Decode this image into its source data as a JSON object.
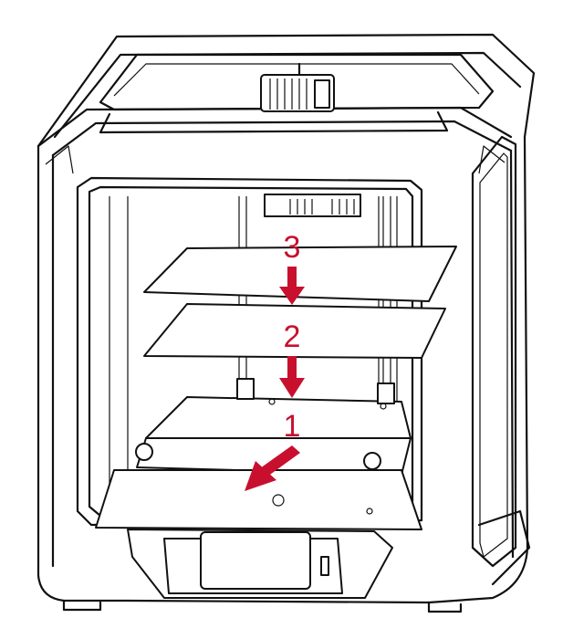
{
  "figure": {
    "accent_color": "#c8102e",
    "line_color": "#111111",
    "step_labels": [
      "3",
      "2",
      "1"
    ],
    "icons": [
      "down-arrow-icon",
      "down-arrow-icon",
      "slide-out-arrow-icon"
    ]
  }
}
